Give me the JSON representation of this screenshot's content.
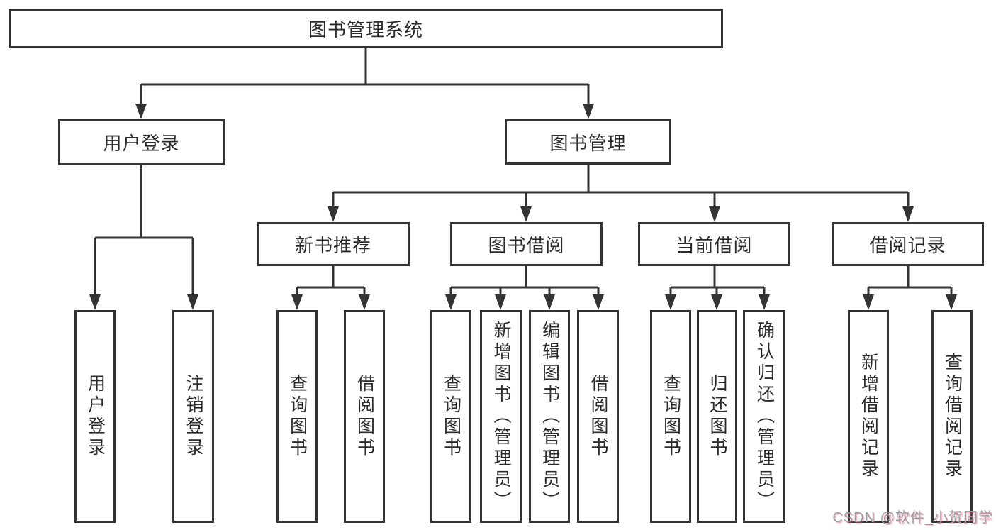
{
  "root_label": "图书管理系统",
  "branches": {
    "user_login": {
      "label": "用户登录",
      "children": [
        {
          "label": "用户登录"
        },
        {
          "label": "注销登录"
        }
      ]
    },
    "book_mgmt": {
      "label": "图书管理",
      "sections": {
        "new_rec": {
          "label": "新书推荐",
          "children": [
            {
              "label": "查询图书"
            },
            {
              "label": "借阅图书"
            }
          ]
        },
        "borrowing": {
          "label": "图书借阅",
          "children": [
            {
              "label": "查询图书"
            },
            {
              "label": "新增图书（管理员）"
            },
            {
              "label": "编辑图书（管理员）"
            },
            {
              "label": "借阅图书"
            }
          ]
        },
        "current": {
          "label": "当前借阅",
          "children": [
            {
              "label": "查询图书"
            },
            {
              "label": "归还图书"
            },
            {
              "label": "确认归还（管理员）"
            }
          ]
        },
        "records": {
          "label": "借阅记录",
          "children": [
            {
              "label": "新增借阅记录"
            },
            {
              "label": "查询借阅记录"
            }
          ]
        }
      }
    }
  },
  "watermark": "CSDN @软件_小贺同学",
  "colors": {
    "line": "#333333",
    "text": "#2b2b2b",
    "background": "#ffffff",
    "watermark": "#9b9ba3"
  }
}
